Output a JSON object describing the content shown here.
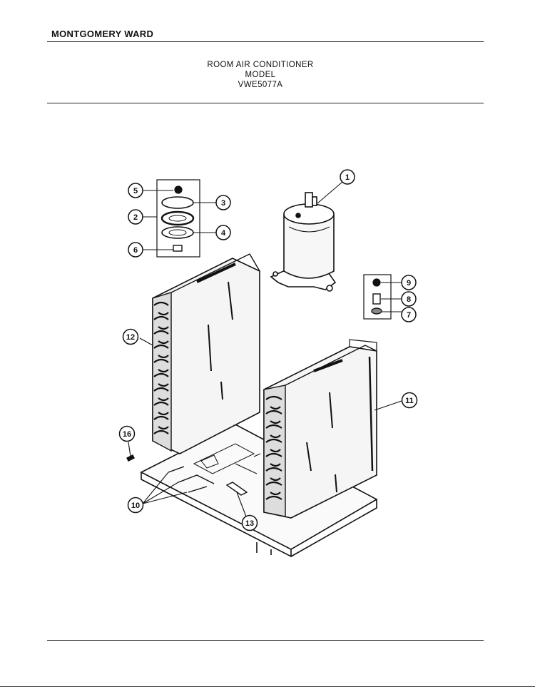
{
  "header": {
    "brand": "MONTGOMERY WARD",
    "title_line1": "ROOM AIR CONDITIONER",
    "title_line2": "MODEL",
    "title_line3": "VWE5077A"
  },
  "callouts": [
    "1",
    "2",
    "3",
    "4",
    "5",
    "6",
    "7",
    "8",
    "9",
    "10",
    "11",
    "12",
    "13",
    "16"
  ]
}
